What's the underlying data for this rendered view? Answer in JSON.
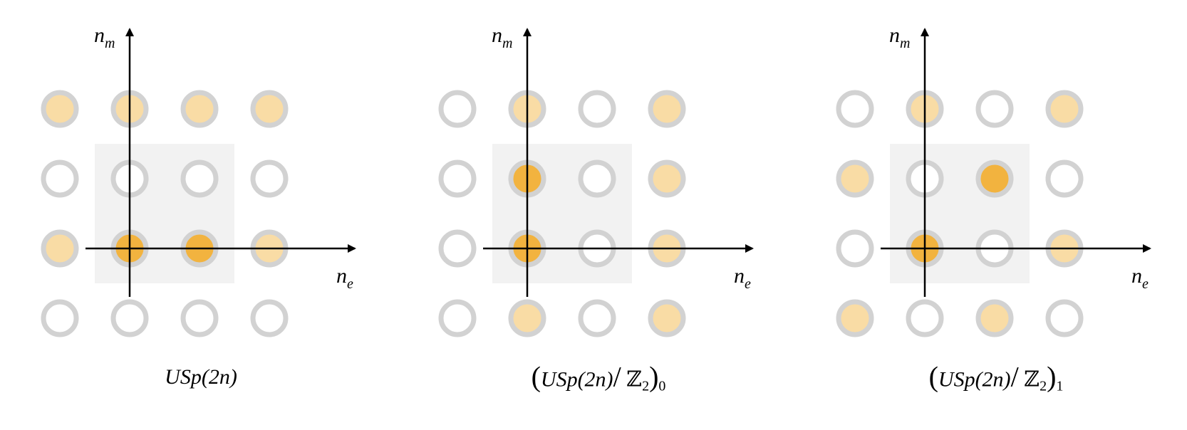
{
  "panels": [
    {
      "axis_x_label": "n",
      "axis_x_sub": "e",
      "axis_y_label": "n",
      "axis_y_sub": "m",
      "caption": {
        "group": "USp(2n)",
        "quotient": "",
        "subscript": ""
      },
      "dots": [
        {
          "ne": -1,
          "nm": 2,
          "state": "light"
        },
        {
          "ne": 0,
          "nm": 2,
          "state": "light"
        },
        {
          "ne": 1,
          "nm": 2,
          "state": "light"
        },
        {
          "ne": 2,
          "nm": 2,
          "state": "light"
        },
        {
          "ne": -1,
          "nm": 1,
          "state": "empty"
        },
        {
          "ne": 0,
          "nm": 1,
          "state": "empty"
        },
        {
          "ne": 1,
          "nm": 1,
          "state": "empty"
        },
        {
          "ne": 2,
          "nm": 1,
          "state": "empty"
        },
        {
          "ne": -1,
          "nm": 0,
          "state": "light"
        },
        {
          "ne": 0,
          "nm": 0,
          "state": "dark"
        },
        {
          "ne": 1,
          "nm": 0,
          "state": "dark"
        },
        {
          "ne": 2,
          "nm": 0,
          "state": "light"
        },
        {
          "ne": -1,
          "nm": -1,
          "state": "empty"
        },
        {
          "ne": 0,
          "nm": -1,
          "state": "empty"
        },
        {
          "ne": 1,
          "nm": -1,
          "state": "empty"
        },
        {
          "ne": 2,
          "nm": -1,
          "state": "empty"
        }
      ]
    },
    {
      "axis_x_label": "n",
      "axis_x_sub": "e",
      "axis_y_label": "n",
      "axis_y_sub": "m",
      "caption": {
        "group": "USp(2n)",
        "quotient": "ℤ",
        "quotient_sub": "2",
        "subscript": "0"
      },
      "dots": [
        {
          "ne": -1,
          "nm": 2,
          "state": "empty"
        },
        {
          "ne": 0,
          "nm": 2,
          "state": "light"
        },
        {
          "ne": 1,
          "nm": 2,
          "state": "empty"
        },
        {
          "ne": 2,
          "nm": 2,
          "state": "light"
        },
        {
          "ne": -1,
          "nm": 1,
          "state": "empty"
        },
        {
          "ne": 0,
          "nm": 1,
          "state": "dark"
        },
        {
          "ne": 1,
          "nm": 1,
          "state": "empty"
        },
        {
          "ne": 2,
          "nm": 1,
          "state": "light"
        },
        {
          "ne": -1,
          "nm": 0,
          "state": "empty"
        },
        {
          "ne": 0,
          "nm": 0,
          "state": "dark"
        },
        {
          "ne": 1,
          "nm": 0,
          "state": "empty"
        },
        {
          "ne": 2,
          "nm": 0,
          "state": "light"
        },
        {
          "ne": -1,
          "nm": -1,
          "state": "empty"
        },
        {
          "ne": 0,
          "nm": -1,
          "state": "light"
        },
        {
          "ne": 1,
          "nm": -1,
          "state": "empty"
        },
        {
          "ne": 2,
          "nm": -1,
          "state": "light"
        }
      ]
    },
    {
      "axis_x_label": "n",
      "axis_x_sub": "e",
      "axis_y_label": "n",
      "axis_y_sub": "m",
      "caption": {
        "group": "USp(2n)",
        "quotient": "ℤ",
        "quotient_sub": "2",
        "subscript": "1"
      },
      "dots": [
        {
          "ne": -1,
          "nm": 2,
          "state": "empty"
        },
        {
          "ne": 0,
          "nm": 2,
          "state": "light"
        },
        {
          "ne": 1,
          "nm": 2,
          "state": "empty"
        },
        {
          "ne": 2,
          "nm": 2,
          "state": "light"
        },
        {
          "ne": -1,
          "nm": 1,
          "state": "light"
        },
        {
          "ne": 0,
          "nm": 1,
          "state": "empty"
        },
        {
          "ne": 1,
          "nm": 1,
          "state": "dark"
        },
        {
          "ne": 2,
          "nm": 1,
          "state": "empty"
        },
        {
          "ne": -1,
          "nm": 0,
          "state": "empty"
        },
        {
          "ne": 0,
          "nm": 0,
          "state": "dark"
        },
        {
          "ne": 1,
          "nm": 0,
          "state": "empty"
        },
        {
          "ne": 2,
          "nm": 0,
          "state": "light"
        },
        {
          "ne": -1,
          "nm": -1,
          "state": "light"
        },
        {
          "ne": 0,
          "nm": -1,
          "state": "empty"
        },
        {
          "ne": 1,
          "nm": -1,
          "state": "light"
        },
        {
          "ne": 2,
          "nm": -1,
          "state": "empty"
        }
      ]
    }
  ],
  "colors": {
    "ring": "#d2d2d2",
    "light_fill": "#f9dca5",
    "dark_fill": "#f2b33f",
    "empty_fill": "#ffffff",
    "unit_cell": "#f2f2f2",
    "axis": "#000000"
  }
}
